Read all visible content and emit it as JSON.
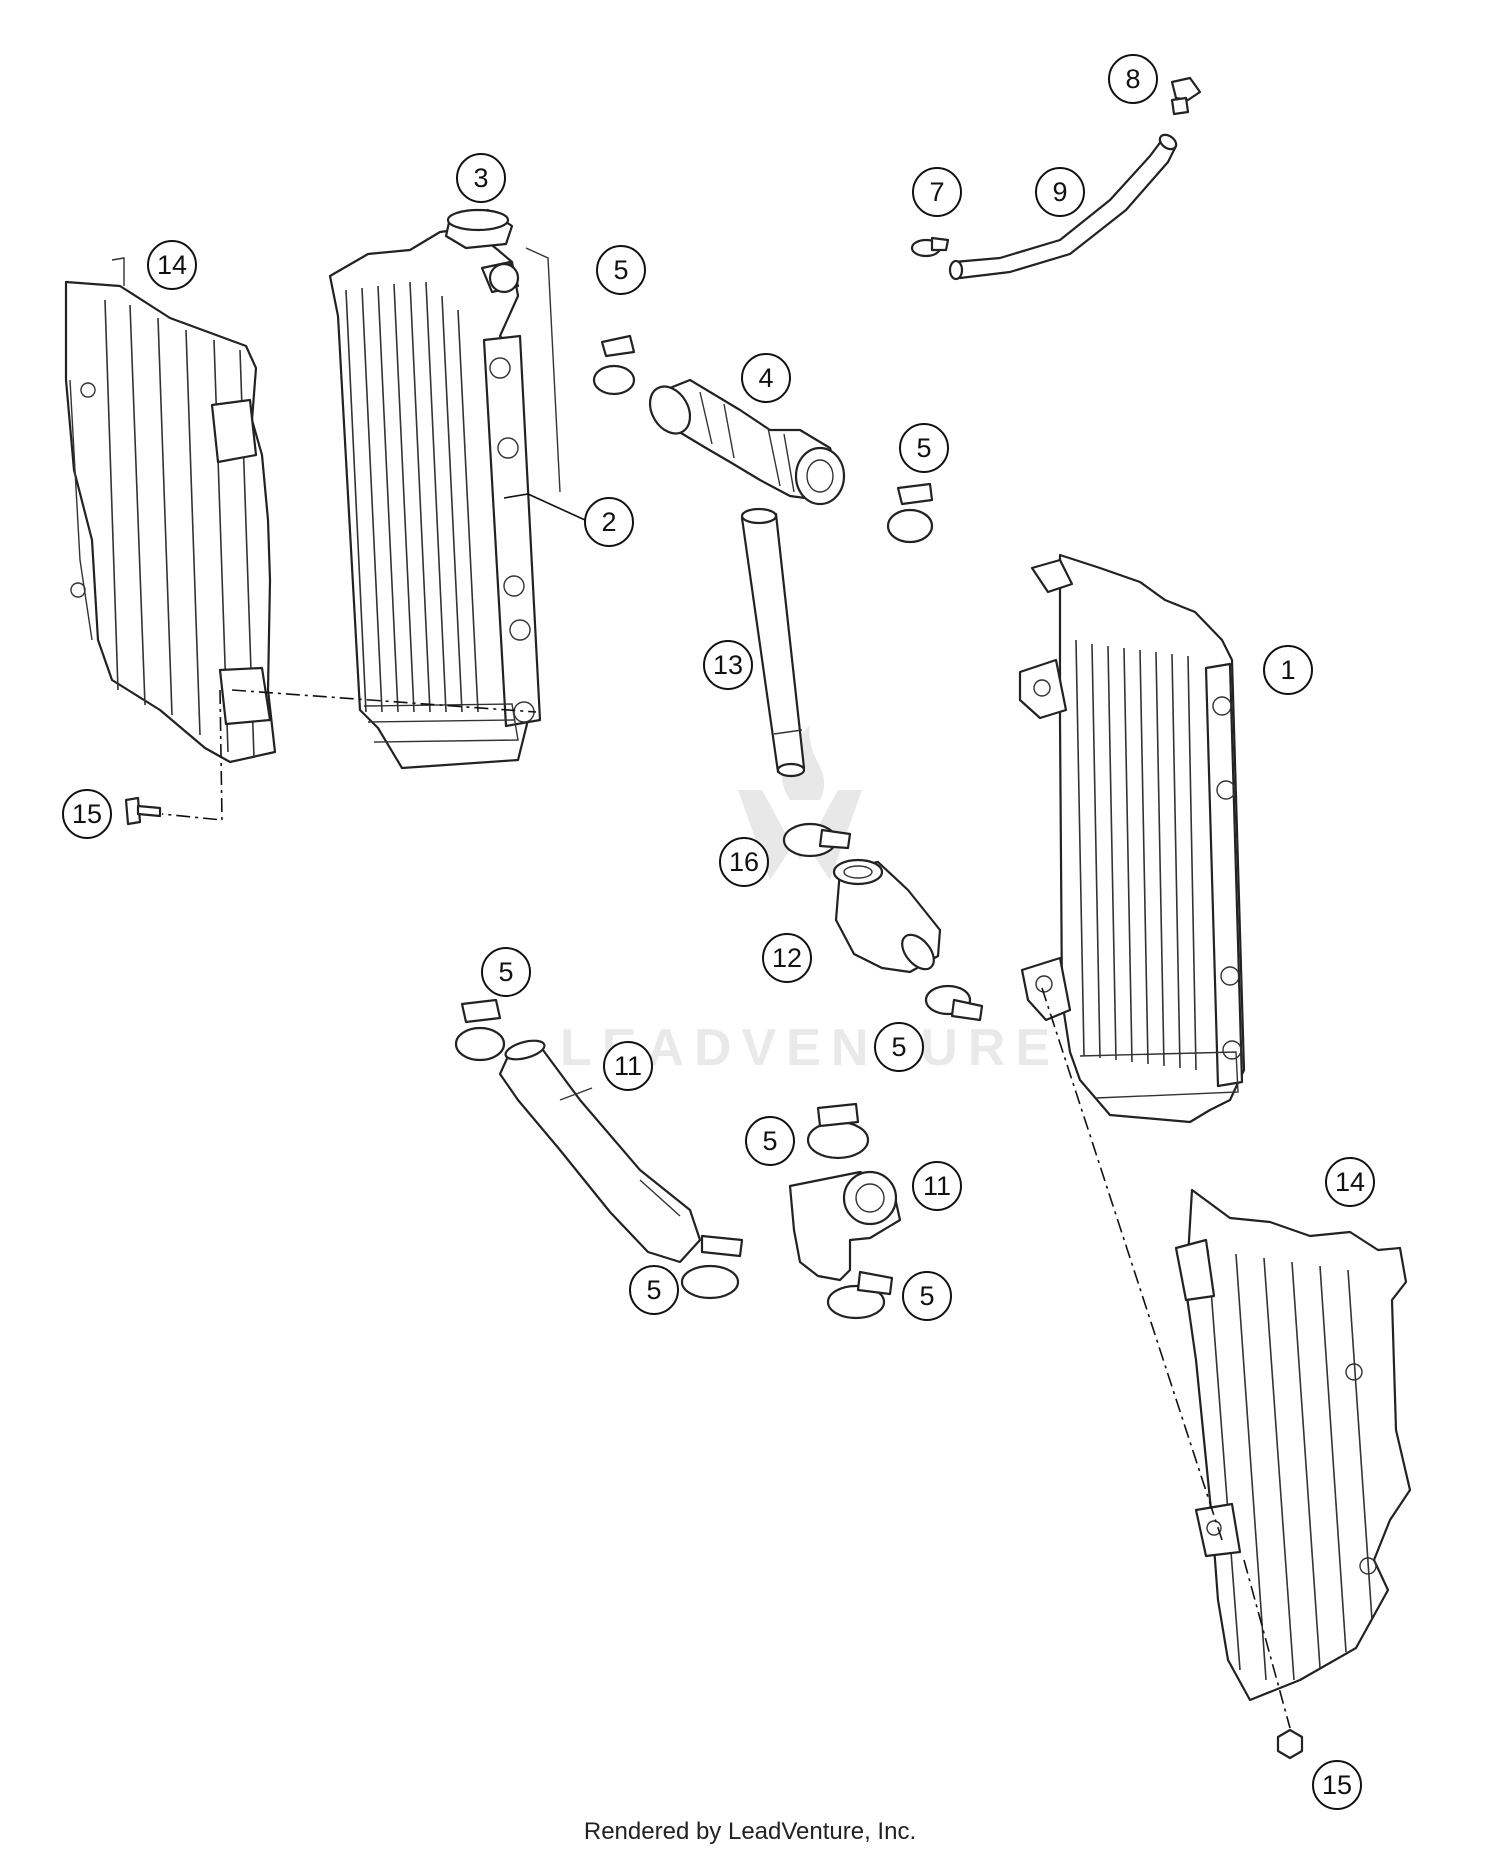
{
  "callouts": [
    {
      "label": "1"
    },
    {
      "label": "2"
    },
    {
      "label": "3"
    },
    {
      "label": "4"
    },
    {
      "label": "5"
    },
    {
      "label": "5"
    },
    {
      "label": "5"
    },
    {
      "label": "5"
    },
    {
      "label": "5"
    },
    {
      "label": "5"
    },
    {
      "label": "5"
    },
    {
      "label": "7"
    },
    {
      "label": "8"
    },
    {
      "label": "9"
    },
    {
      "label": "11"
    },
    {
      "label": "11"
    },
    {
      "label": "12"
    },
    {
      "label": "13"
    },
    {
      "label": "14"
    },
    {
      "label": "14"
    },
    {
      "label": "15"
    },
    {
      "label": "15"
    },
    {
      "label": "16"
    }
  ],
  "watermark": {
    "text": "LEADVENTURE"
  },
  "footer": {
    "text": "Rendered by LeadVenture, Inc."
  }
}
